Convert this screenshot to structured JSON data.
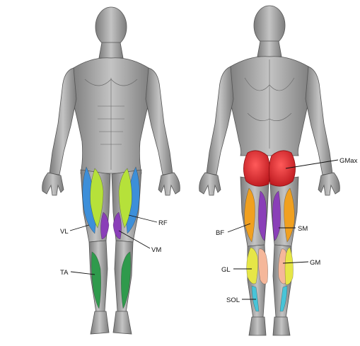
{
  "diagram": {
    "colors": {
      "body": "#9a9a9a",
      "body_dark": "#6e6e6e",
      "body_light": "#c8c8c8",
      "blue": "#3d8fd9",
      "lime": "#b6e13a",
      "purple": "#8a3fb8",
      "green": "#2f9a4c",
      "red": "#e0262b",
      "orange": "#f0a020",
      "yellow": "#e6e647",
      "peach": "#f5b79a",
      "cyan": "#48c4d8",
      "leader": "#111111"
    },
    "front_labels": [
      {
        "id": "vl",
        "text": "VL"
      },
      {
        "id": "rf",
        "text": "RF"
      },
      {
        "id": "vm",
        "text": "VM"
      },
      {
        "id": "ta",
        "text": "TA"
      }
    ],
    "back_labels": [
      {
        "id": "gmax",
        "text": "GMax"
      },
      {
        "id": "bf",
        "text": "BF"
      },
      {
        "id": "sm",
        "text": "SM"
      },
      {
        "id": "gl",
        "text": "GL"
      },
      {
        "id": "gm",
        "text": "GM"
      },
      {
        "id": "sol",
        "text": "SOL"
      }
    ]
  }
}
